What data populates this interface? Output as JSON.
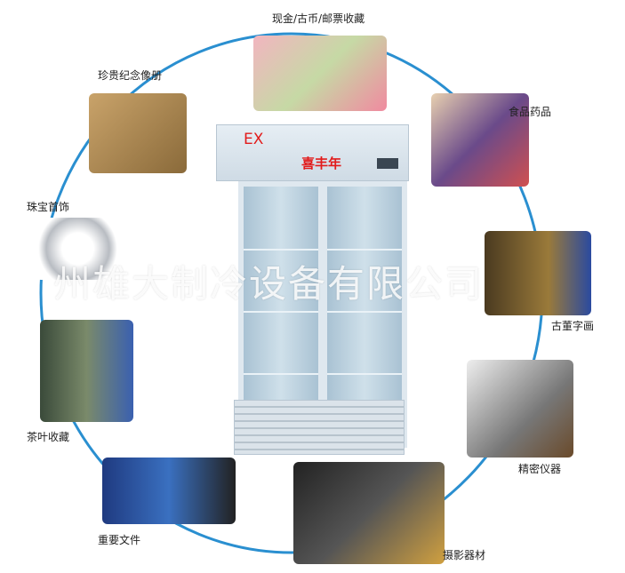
{
  "labels": {
    "cash": "现金/古币/邮票收藏",
    "album": "珍贵纪念像册",
    "food": "食品药品",
    "jewelry": "珠宝首饰",
    "antique": "古董字画",
    "tea": "茶叶收藏",
    "instrument": "精密仪器",
    "documents": "重要文件",
    "camera": "摄影器材"
  },
  "fridge": {
    "mark": "EX",
    "brand": "喜丰年"
  },
  "watermark": "州雄大制冷设备有限公司",
  "colors": {
    "ring": "#2a8fd0",
    "brand_text": "#e21b1b"
  }
}
